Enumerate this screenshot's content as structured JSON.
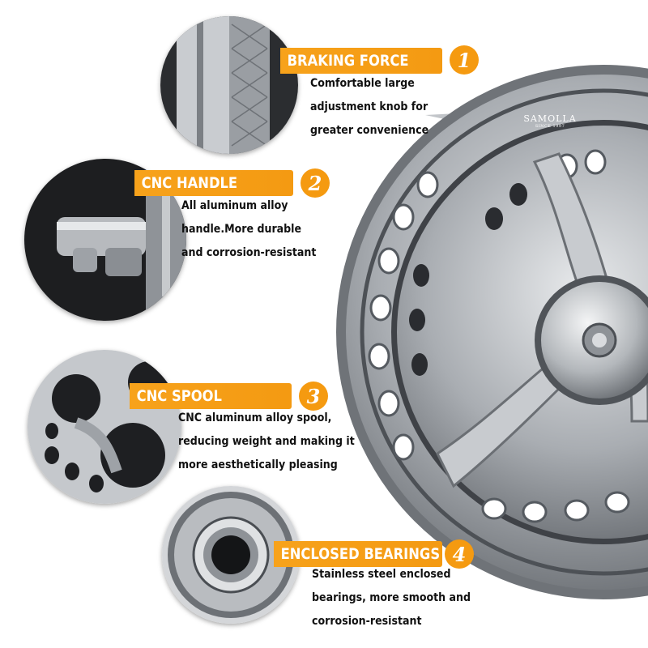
{
  "brand": {
    "name": "SAMOLLA",
    "since": "SINCE 1997"
  },
  "accent_color": "#f59a10",
  "features": [
    {
      "number": "1",
      "title": "BRAKING FORCE",
      "description": [
        "Comfortable large",
        "adjustment knob for",
        "greater convenience"
      ]
    },
    {
      "number": "2",
      "title": "CNC HANDLE",
      "description": [
        "All aluminum alloy",
        "handle.More durable",
        "and corrosion-resistant"
      ]
    },
    {
      "number": "3",
      "title": "CNC SPOOL",
      "description": [
        "CNC aluminum alloy spool,",
        "reducing weight and making it",
        "more aesthetically pleasing"
      ]
    },
    {
      "number": "4",
      "title": "ENCLOSED BEARINGS",
      "description": [
        "Stainless steel enclosed",
        "bearings, more smooth and",
        "corrosion-resistant"
      ]
    }
  ]
}
